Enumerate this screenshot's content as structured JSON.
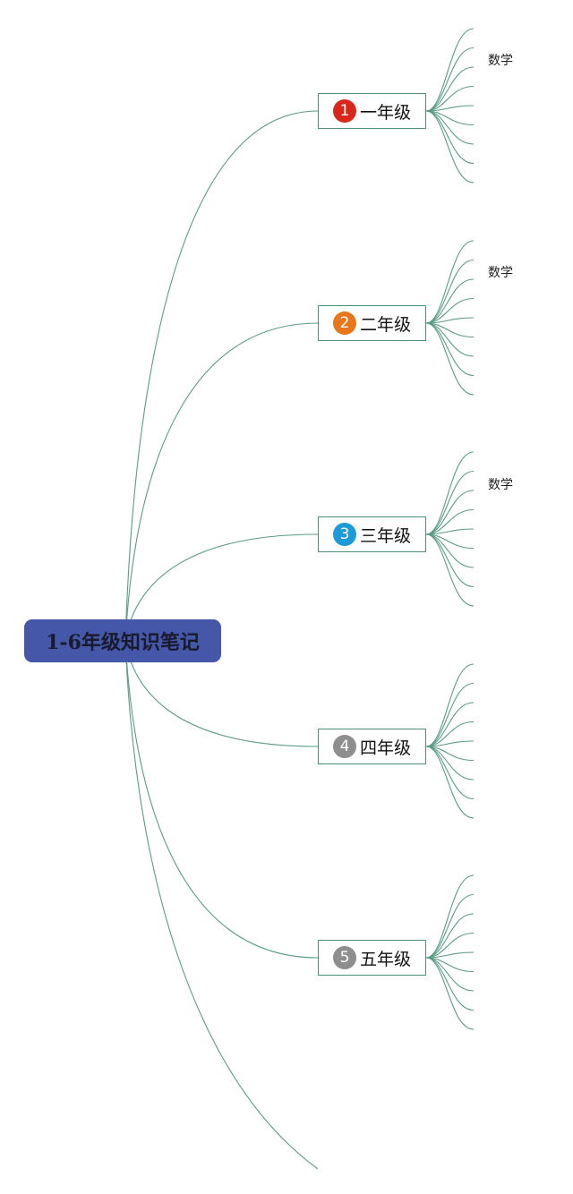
{
  "root": {
    "label": "1-6年级知识笔记"
  },
  "grades": [
    {
      "badge": "1",
      "label": "一年级",
      "badge_color": "#d9271c",
      "leaf_label": "数学"
    },
    {
      "badge": "2",
      "label": "二年级",
      "badge_color": "#e8761a",
      "leaf_label": "数学"
    },
    {
      "badge": "3",
      "label": "三年级",
      "badge_color": "#1d9bd8",
      "leaf_label": "数学"
    },
    {
      "badge": "4",
      "label": "四年级",
      "badge_color": "#8e8e8e"
    },
    {
      "badge": "5",
      "label": "五年级",
      "badge_color": "#8e8e8e"
    }
  ],
  "colors": {
    "connector": "#5a9c84",
    "root_fill": "#4457a8",
    "node_border": "#4f8f7a"
  }
}
